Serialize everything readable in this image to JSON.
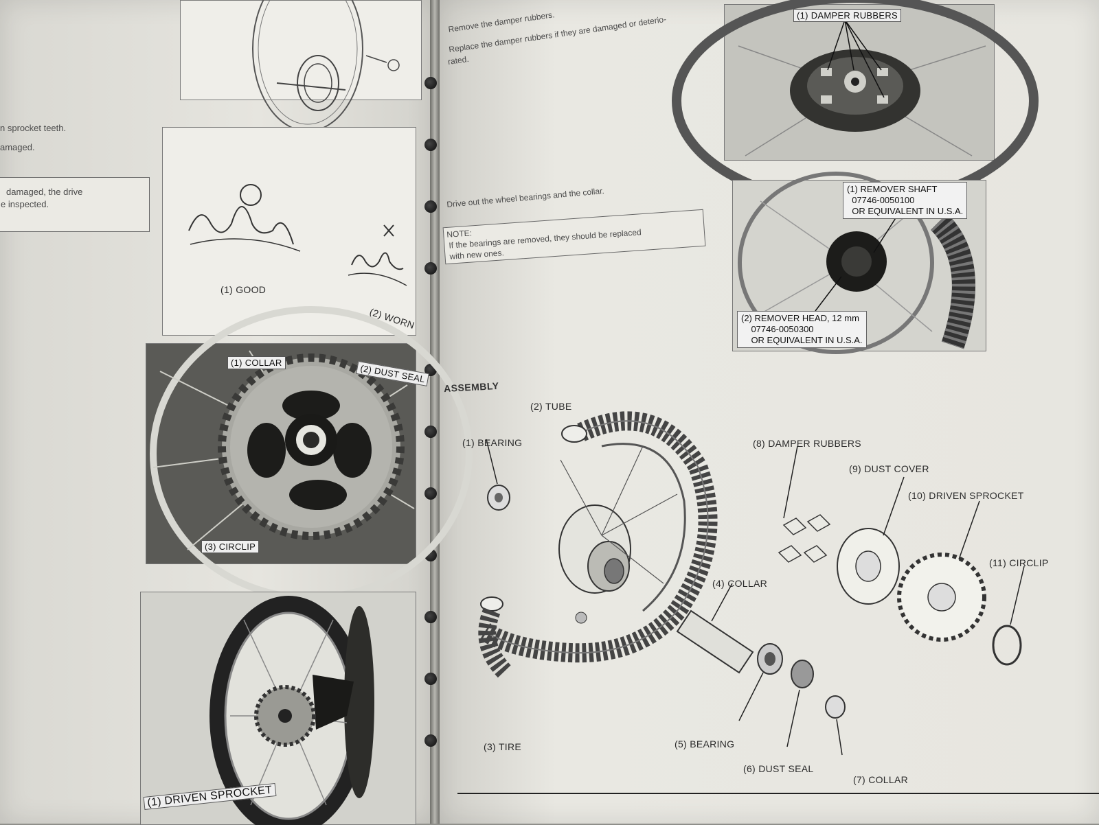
{
  "left_page": {
    "text_fragments": [
      "n sprocket teeth.",
      "amaged.",
      "damaged, the drive",
      "e inspected."
    ],
    "tooth_diagram": {
      "good_label": "(1) GOOD",
      "worn_label": "(2) WORN"
    },
    "photo_sprocket": {
      "labels": [
        "(1) COLLAR",
        "(2) DUST SEAL",
        "(3) CIRCLIP"
      ]
    },
    "photo_wheel": {
      "labels": [
        "(1) DRIVEN SPROCKET"
      ]
    }
  },
  "right_page": {
    "damper_text": [
      "Remove the damper rubbers.",
      "Replace the damper rubbers if they are damaged or deterio-",
      "rated."
    ],
    "drive_text": "Drive out the wheel bearings and the collar.",
    "note": {
      "title": "NOTE:",
      "lines": [
        "If the bearings are removed, they should be replaced",
        "with new ones."
      ]
    },
    "photo_damper": {
      "labels": [
        "(1) DAMPER RUBBERS"
      ]
    },
    "photo_remover": {
      "shaft_label": "(1) REMOVER SHAFT\n  07746-0050100\n  OR EQUIVALENT IN U.S.A.",
      "head_label": "(2) REMOVER HEAD, 12 mm\n    07746-0050300\n    OR EQUIVALENT IN U.S.A."
    },
    "assembly": {
      "heading": "ASSEMBLY",
      "parts": [
        "(1) BEARING",
        "(2) TUBE",
        "(3) TIRE",
        "(4) COLLAR",
        "(5) BEARING",
        "(6) DUST SEAL",
        "(7) COLLAR",
        "(8) DAMPER RUBBERS",
        "(9) DUST COVER",
        "(10) DRIVEN SPROCKET",
        "(11) CIRCLIP"
      ]
    }
  }
}
